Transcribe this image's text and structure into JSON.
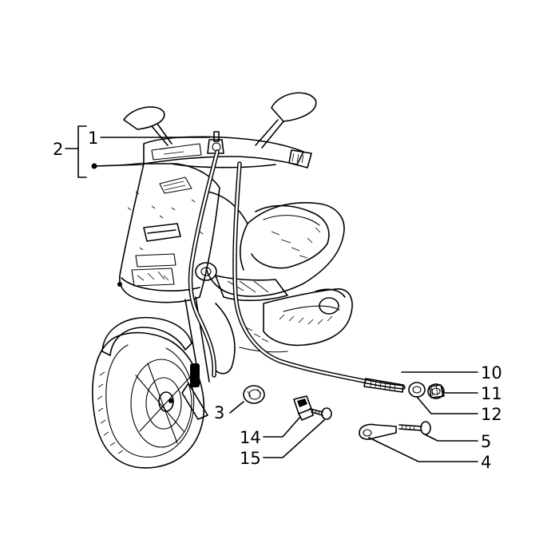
{
  "figure": {
    "type": "exploded-parts-diagram",
    "subject": "scooter",
    "ink_color": "#000000",
    "background_color": "#ffffff"
  },
  "callouts": [
    {
      "id": "c1",
      "label": "1"
    },
    {
      "id": "c2",
      "label": "2"
    },
    {
      "id": "c3",
      "label": "3"
    },
    {
      "id": "c4",
      "label": "4"
    },
    {
      "id": "c5",
      "label": "5"
    },
    {
      "id": "c10",
      "label": "10"
    },
    {
      "id": "c11",
      "label": "11"
    },
    {
      "id": "c12",
      "label": "12"
    },
    {
      "id": "c14",
      "label": "14"
    },
    {
      "id": "c15",
      "label": "15"
    }
  ]
}
